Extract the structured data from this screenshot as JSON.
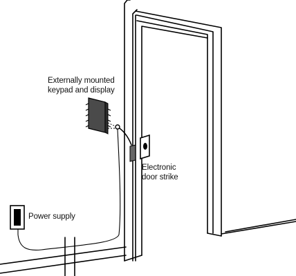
{
  "labels": {
    "keypad": [
      "Externally mounted",
      "keypad and display"
    ],
    "strike": [
      "Electronic",
      "door strike"
    ],
    "power": "Power supply"
  },
  "colors": {
    "line": "#000000",
    "keypad_fill": "#4a4a4a",
    "background": "#ffffff"
  }
}
